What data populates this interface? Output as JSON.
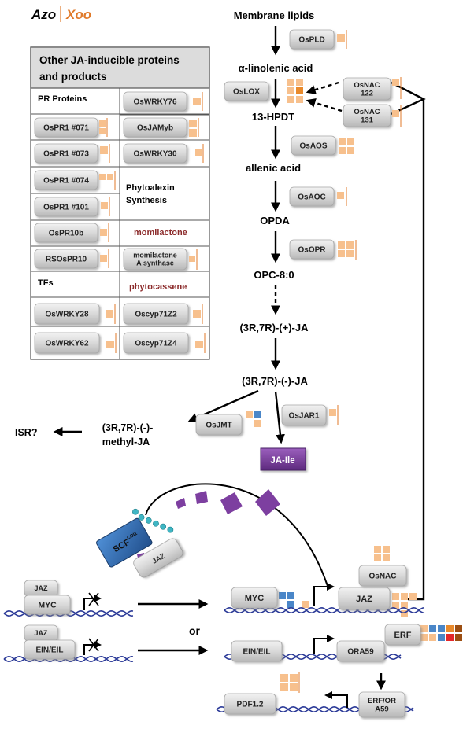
{
  "legend": {
    "azo": "Azo",
    "xoo": "Xoo",
    "azo_color": "#000000",
    "xoo_color": "#e07a2a"
  },
  "colors": {
    "peach": "#f7c08d",
    "orange": "#e98a2c",
    "blue": "#4a86c8",
    "red": "#e3272a",
    "brown": "#9c4e12",
    "purple": "#7d3fa0",
    "purple_dark": "#5d2a7e",
    "gene_box": "#d6d6d6",
    "table_header": "#dcdcdc",
    "dna_blue": "#2c3b98",
    "teal": "#3fb6c4",
    "scf_blue": "#2f6db4",
    "maroon": "#8b2a2a"
  },
  "table": {
    "title_line1": "Other JA-inducible proteins",
    "title_line2": "and products",
    "pr_proteins": "PR Proteins",
    "tfs": "TFs",
    "phytoalexin_line1": "Phytoalexin",
    "phytoalexin_line2": "Synthesis",
    "momilactone": "momilactone",
    "phytocassene": "phytocassene",
    "genes": {
      "oswrky76": "OsWRKY76",
      "ospr1_071": "OsPR1 #071",
      "osjamyb": "OsJAMyb",
      "ospr1_073": "OsPR1 #073",
      "oswrky30": "OsWRKY30",
      "ospr1_074": "OsPR1 #074",
      "ospr1_101": "OsPR1 #101",
      "ospr10b": "OsPR10b",
      "rsospr10": "RSOsPR10",
      "momilactone_synthase_line1": "momilactone",
      "momilactone_synthase_line2": "A synthase",
      "oswrky28": "OsWRKY28",
      "oscyp71z2": "Oscyp71Z2",
      "oswrky62": "OsWRKY62",
      "oscyp71z4": "Oscyp71Z4"
    }
  },
  "pathway": {
    "membrane_lipids": "Membrane lipids",
    "alpha_linolenic": "α-linolenic acid",
    "hpdt": "13-HPDT",
    "allenic_acid": "allenic acid",
    "opda": "OPDA",
    "opc": "OPC-8:0",
    "ja_plus": "(3R,7R)-(+)-JA",
    "ja_minus": "(3R,7R)-(-)-JA",
    "methyl_ja_line1": "(3R,7R)-(-)-",
    "methyl_ja_line2": "methyl-JA",
    "isr": "ISR?",
    "ja_ile": "JA-Ile"
  },
  "enzymes": {
    "ospld": "OsPLD",
    "oslox": "OsLOX",
    "osnac122_line1": "OsNAC",
    "osnac122_line2": "122",
    "osnac131_line1": "OsNAC",
    "osnac131_line2": "131",
    "osaos": "OsAOS",
    "osaoc": "OsAOC",
    "osopr": "OsOPR",
    "osjmt": "OsJMT",
    "osjar1": "OsJAR1"
  },
  "signaling": {
    "scf_main": "SCF",
    "scf_sup": "COI1",
    "jaz_complex": "JAZ",
    "jaz_left1": "JAZ",
    "myc_left": "MYC",
    "jaz_left2": "JAZ",
    "eineil_left": "EIN/EIL",
    "or": "or",
    "myc_right": "MYC",
    "jaz_gene": "JAZ",
    "osnac": "OsNAC",
    "eineil_right": "EIN/EIL",
    "erf": "ERF",
    "ora59": "ORA59",
    "erf_ora_line1": "ERF/OR",
    "erf_ora_line2": "A59",
    "pdf12": "PDF1.2"
  }
}
